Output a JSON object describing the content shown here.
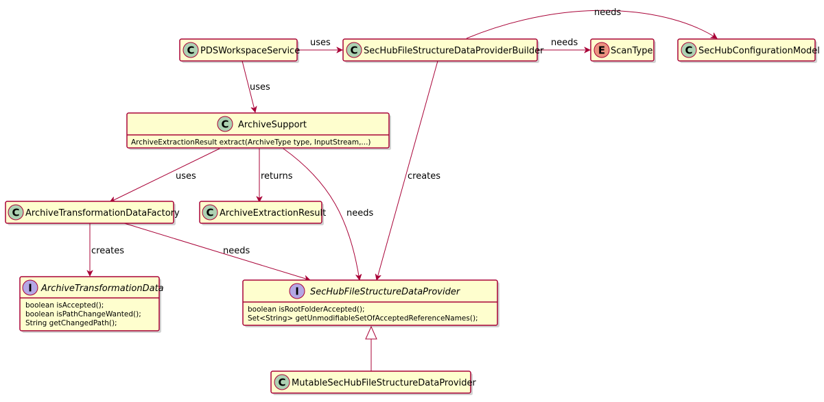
{
  "colors": {
    "box_fill": "#fefece",
    "border": "#a80036",
    "class_badge": "#add1b2",
    "interface_badge": "#b4a7e5",
    "enum_badge": "#eb937f"
  },
  "classes": {
    "pds_workspace_service": {
      "name": "PDSWorkspaceService",
      "stereotype": "C"
    },
    "provider_builder": {
      "name": "SecHubFileStructureDataProviderBuilder",
      "stereotype": "C"
    },
    "scan_type": {
      "name": "ScanType",
      "stereotype": "E"
    },
    "configuration_model": {
      "name": "SecHubConfigurationModel",
      "stereotype": "C"
    },
    "archive_support": {
      "name": "ArchiveSupport",
      "stereotype": "C",
      "members": [
        "ArchiveExtractionResult extract(ArchiveType type, InputStream,...)"
      ]
    },
    "transformation_factory": {
      "name": "ArchiveTransformationDataFactory",
      "stereotype": "C"
    },
    "extraction_result": {
      "name": "ArchiveExtractionResult",
      "stereotype": "C"
    },
    "transformation_data": {
      "name": "ArchiveTransformationData",
      "stereotype": "I",
      "members": [
        "boolean isAccepted();",
        "boolean isPathChangeWanted();",
        "String getChangedPath();"
      ]
    },
    "structure_provider": {
      "name": "SecHubFileStructureDataProvider",
      "stereotype": "I",
      "members": [
        "boolean isRootFolderAccepted();",
        "Set<String> getUnmodifiableSetOfAcceptedReferenceNames();"
      ]
    },
    "mutable_provider": {
      "name": "MutableSecHubFileStructureDataProvider",
      "stereotype": "C"
    }
  },
  "relations": [
    {
      "id": "r1",
      "from": "PDSWorkspaceService",
      "to": "SecHubFileStructureDataProviderBuilder",
      "label": "uses"
    },
    {
      "id": "r2",
      "from": "SecHubFileStructureDataProviderBuilder",
      "to": "ScanType",
      "label": "needs"
    },
    {
      "id": "r3",
      "from": "SecHubFileStructureDataProviderBuilder",
      "to": "SecHubConfigurationModel",
      "label": "needs"
    },
    {
      "id": "r4",
      "from": "PDSWorkspaceService",
      "to": "ArchiveSupport",
      "label": "uses"
    },
    {
      "id": "r5",
      "from": "SecHubFileStructureDataProviderBuilder",
      "to": "SecHubFileStructureDataProvider",
      "label": "creates"
    },
    {
      "id": "r6",
      "from": "ArchiveSupport",
      "to": "ArchiveTransformationDataFactory",
      "label": "uses"
    },
    {
      "id": "r7",
      "from": "ArchiveSupport",
      "to": "ArchiveExtractionResult",
      "label": "returns"
    },
    {
      "id": "r8",
      "from": "ArchiveSupport",
      "to": "SecHubFileStructureDataProvider",
      "label": "needs"
    },
    {
      "id": "r9",
      "from": "ArchiveTransformationDataFactory",
      "to": "ArchiveTransformationData",
      "label": "creates"
    },
    {
      "id": "r10",
      "from": "ArchiveTransformationDataFactory",
      "to": "SecHubFileStructureDataProvider",
      "label": "needs"
    },
    {
      "id": "r11",
      "from": "MutableSecHubFileStructureDataProvider",
      "to": "SecHubFileStructureDataProvider",
      "label": ""
    }
  ]
}
